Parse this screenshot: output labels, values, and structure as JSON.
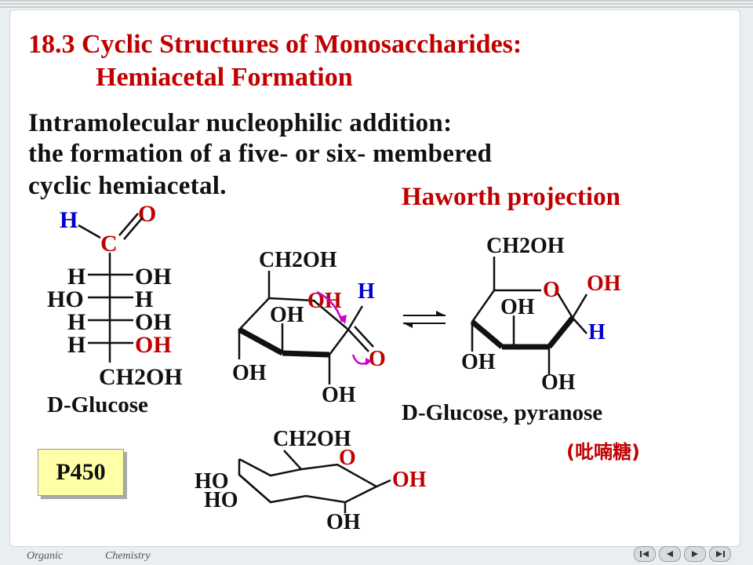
{
  "header": {
    "title": "18.3 Cyclic Structures of Monosaccharides:",
    "subtitle": "Hemiacetal Formation"
  },
  "body": {
    "line1": "Intramolecular nucleophilic addition:",
    "line2": "the formation of a five- or six- membered",
    "line3": "cyclic hemiacetal."
  },
  "haworth_label": "Haworth projection",
  "fischer": {
    "aldehyde_h": "H",
    "carbon": "C",
    "aldehyde_o": "O",
    "rows": [
      {
        "left": "H",
        "right": "OH"
      },
      {
        "left": "HO",
        "right": "H"
      },
      {
        "left": "H",
        "right": "OH"
      },
      {
        "left": "H",
        "right": "OH"
      }
    ],
    "bottom": "CH2OH",
    "caption": "D-Glucose"
  },
  "open_chain": {
    "ch2oh": "CH2OH",
    "oh_red": "OH",
    "oh_ring": "OH",
    "h_top": "H",
    "oh_left": "OH",
    "oh_bottom": "OH",
    "o_carbonyl": "O"
  },
  "pyranose": {
    "ch2oh": "CH2OH",
    "ring_o": "O",
    "oh_anomeric": "OH",
    "oh_c3": "OH",
    "h_anomeric": "H",
    "oh_c4": "OH",
    "oh_c2": "OH",
    "caption": "D-Glucose, pyranose",
    "chinese": "(吡喃糖)"
  },
  "chair": {
    "ch2oh": "CH2OH",
    "ring_o": "O",
    "ho_top": "HO",
    "ho_bottom": "HO",
    "oh_anomeric": "OH",
    "oh_bottom": "OH"
  },
  "page_ref": "P450",
  "footer": {
    "left": "Organic",
    "right": "Chemistry"
  },
  "nav": [
    "first-icon",
    "prev-icon",
    "next-icon",
    "last-icon"
  ],
  "colors": {
    "accent": "#c00000",
    "blue": "#0000cc",
    "magenta": "#cc00cc"
  }
}
